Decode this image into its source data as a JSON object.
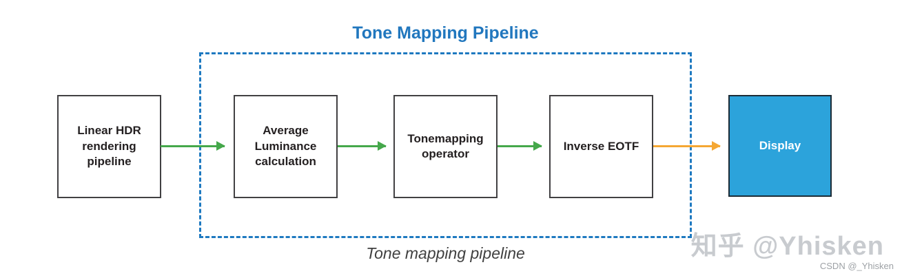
{
  "diagram": {
    "title": "Tone Mapping Pipeline",
    "caption": "Tone mapping pipeline",
    "nodes": {
      "source": {
        "label": "Linear HDR\nrendering\npipeline"
      },
      "avg_luminance": {
        "label": "Average\nLuminance\ncalculation"
      },
      "tonemap_operator": {
        "label": "Tonemapping\noperator"
      },
      "inverse_eotf": {
        "label": "Inverse EOTF"
      },
      "display": {
        "label": "Display"
      }
    },
    "flow": [
      {
        "from": "source",
        "to": "avg_luminance",
        "color": "green"
      },
      {
        "from": "avg_luminance",
        "to": "tonemap_operator",
        "color": "green"
      },
      {
        "from": "tonemap_operator",
        "to": "inverse_eotf",
        "color": "green"
      },
      {
        "from": "inverse_eotf",
        "to": "display",
        "color": "orange"
      }
    ]
  },
  "watermarks": {
    "zhihu": "知乎 @Yhisken",
    "csdn": "CSDN @_Yhisken"
  },
  "colors": {
    "title-blue": "#2177BE",
    "dashed-border-blue": "#1E79C0",
    "arrow-green": "#45A84B",
    "arrow-orange": "#F5A733",
    "display-fill": "#2CA3DB",
    "display-border": "#1C2B36",
    "box-border": "#414042",
    "box-text": "#231F20",
    "caption-gray": "#404040",
    "watermark-gray": "#C8CBCF",
    "csdn-gray": "#9DA1A5"
  }
}
